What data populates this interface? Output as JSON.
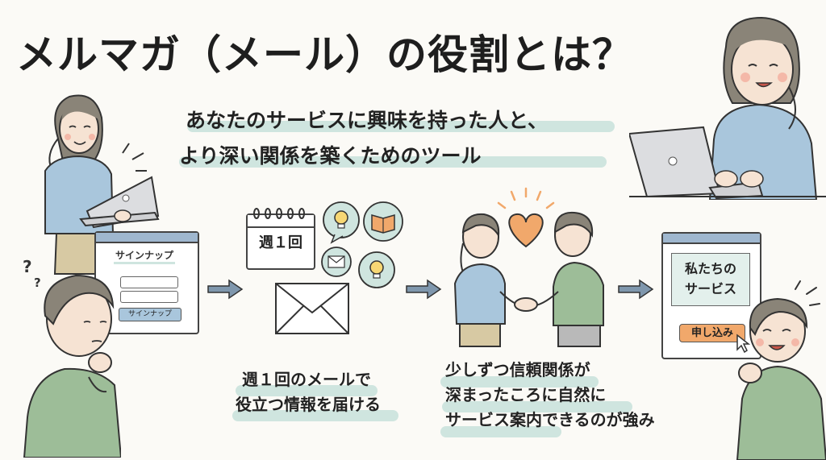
{
  "title": "メルマガ（メール）の役割とは？",
  "tagline": {
    "line1": "あなたのサービスに興味を持った人と、",
    "line2": "より深い関係を築くためのツール"
  },
  "signup_panel": {
    "heading": "サインナップ",
    "button_label": "サインナップ"
  },
  "calendar_label": "週１回",
  "service_panel": {
    "heading_line1": "私たちの",
    "heading_line2": "サービス",
    "button_label": "申し込み"
  },
  "captions": {
    "step2_line1": "週１回のメールで",
    "step2_line2": "役立つ情報を届ける",
    "step3_line1": "少しずつ信頼関係が",
    "step3_line2": "深まったころに自然に",
    "step3_line3": "サービス案内できるのが強み"
  },
  "colors": {
    "highlight": "#cfe5df",
    "accent_orange": "#f1a86b",
    "sweater_blue": "#a9c6dc",
    "sweater_green": "#9dbd98"
  }
}
